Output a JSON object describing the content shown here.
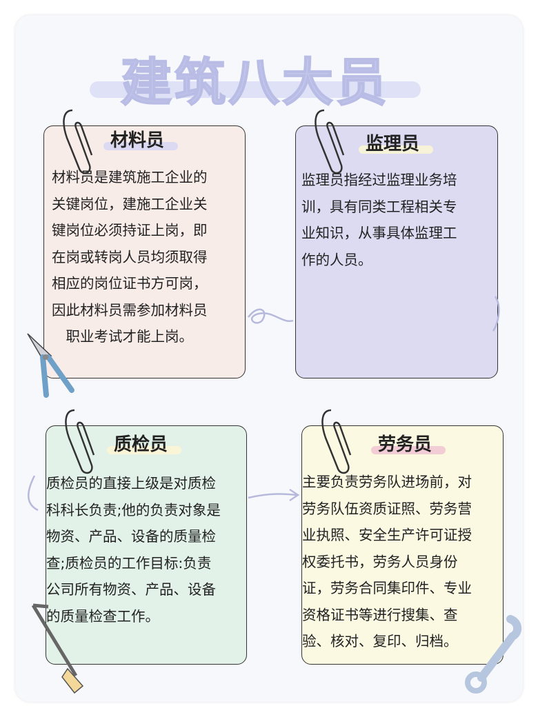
{
  "title": "建筑八大员",
  "cards": [
    {
      "title": "材料员",
      "lines": [
        "材料员是建筑施工企业的",
        "关键岗位，建施工企业关",
        "键岗位必须持证上岗，即",
        "在岗或转岗人员均须取得",
        "相应的岗位证书方可岗，",
        "因此材料员需参加材料员",
        "　职业考试才能上岗。"
      ],
      "bg": "#f8ece8"
    },
    {
      "title": "监理员",
      "lines": [
        "监理员指经过监理业务培",
        "训，具有同类工程相关专",
        "业知识，从事具体监理工",
        "作的人员。"
      ],
      "bg": "#dddbf2"
    },
    {
      "title": "质检员",
      "lines": [
        "质检员的直接上级是对质检",
        "科科长负责;他的负责对象是",
        "物资、产品、设备的质量检",
        "查;质检员的工作目标:负责",
        "公司所有物资、产品、设备",
        "的质量检查工作。"
      ],
      "bg": "#e2f2e8"
    },
    {
      "title": "劳务员",
      "lines": [
        "主要负责劳务队进场前，对",
        "劳务队伍资质证照、劳务营",
        "业执照、安全生产许可证授",
        "权委托书，劳务人员身份",
        "证，劳务合同集印件、专业",
        "资格证书等进行搜集、查",
        "验、核对、复印、归档。"
      ],
      "bg": "#fbf9e2"
    }
  ]
}
